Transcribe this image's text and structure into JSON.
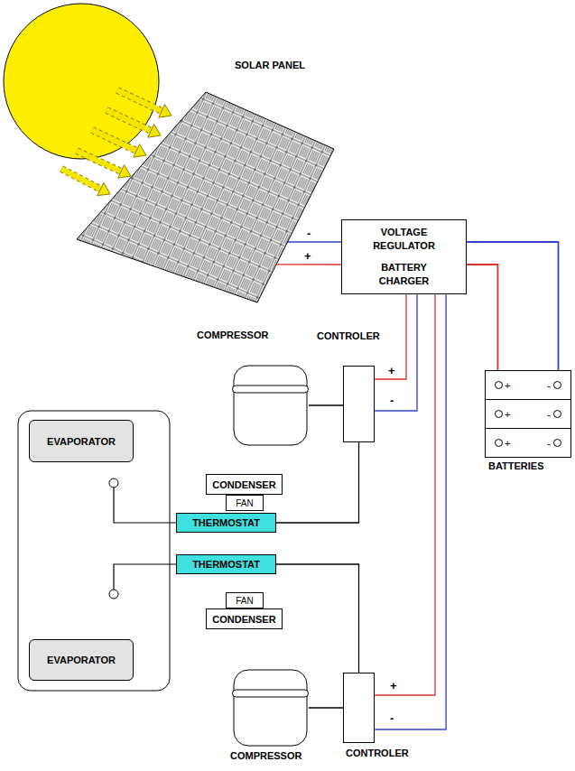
{
  "diagram": {
    "nodes": [
      {
        "text": [
          "SOLAR PANEL"
        ]
      },
      {
        "text": [
          "VOLTAGE REGULATOR",
          "BATTERY CHARGER"
        ]
      },
      {
        "text": [
          "COMPRESSOR"
        ]
      },
      {
        "text": [
          "CONTROLER"
        ]
      },
      {
        "text": [
          "EVAPORATOR"
        ]
      },
      {
        "text": [
          "CONDENSER"
        ]
      },
      {
        "text": [
          "FAN"
        ]
      },
      {
        "text": [
          "THERMOSTAT"
        ]
      },
      {
        "text": [
          "THERMOSTAT"
        ]
      },
      {
        "text": [
          "FAN"
        ]
      },
      {
        "text": [
          "CONDENSER"
        ]
      },
      {
        "text": [
          "EVAPORATOR"
        ]
      },
      {
        "text": [
          "COMPRESSOR"
        ]
      },
      {
        "text": [
          "CONTROLER"
        ]
      },
      {
        "text": [
          "+",
          "-"
        ]
      },
      {
        "text": [
          "+",
          "-"
        ]
      },
      {
        "text": [
          "+",
          "-"
        ]
      }
    ],
    "edges": [
      {
        "from": 0,
        "to": 1,
        "label": "-",
        "arrow": "none"
      },
      {
        "from": 0,
        "to": 1,
        "label": "+",
        "arrow": "none"
      },
      {
        "from": 1,
        "to": 3,
        "label": "+",
        "arrow": "none"
      },
      {
        "from": 1,
        "to": 3,
        "label": "-",
        "arrow": "none"
      },
      {
        "from": 1,
        "to": 13,
        "label": "+",
        "arrow": "none"
      },
      {
        "from": 1,
        "to": 13,
        "label": "-",
        "arrow": "none"
      },
      {
        "from": 1,
        "to": 14,
        "arrow": "none"
      },
      {
        "from": 1,
        "to": 15,
        "arrow": "none"
      },
      {
        "from": 1,
        "to": 16,
        "arrow": "none"
      },
      {
        "from": 1,
        "to": 14,
        "arrow": "none"
      },
      {
        "from": 1,
        "to": 15,
        "arrow": "none"
      },
      {
        "from": 1,
        "to": 16,
        "arrow": "none"
      },
      {
        "from": 2,
        "to": 3,
        "arrow": "none"
      },
      {
        "from": 3,
        "to": 7,
        "arrow": "none"
      },
      {
        "from": 12,
        "to": 13,
        "arrow": "none"
      },
      {
        "from": 13,
        "to": 8,
        "arrow": "none"
      }
    ],
    "labels": [
      "BATTERIES"
    ]
  }
}
